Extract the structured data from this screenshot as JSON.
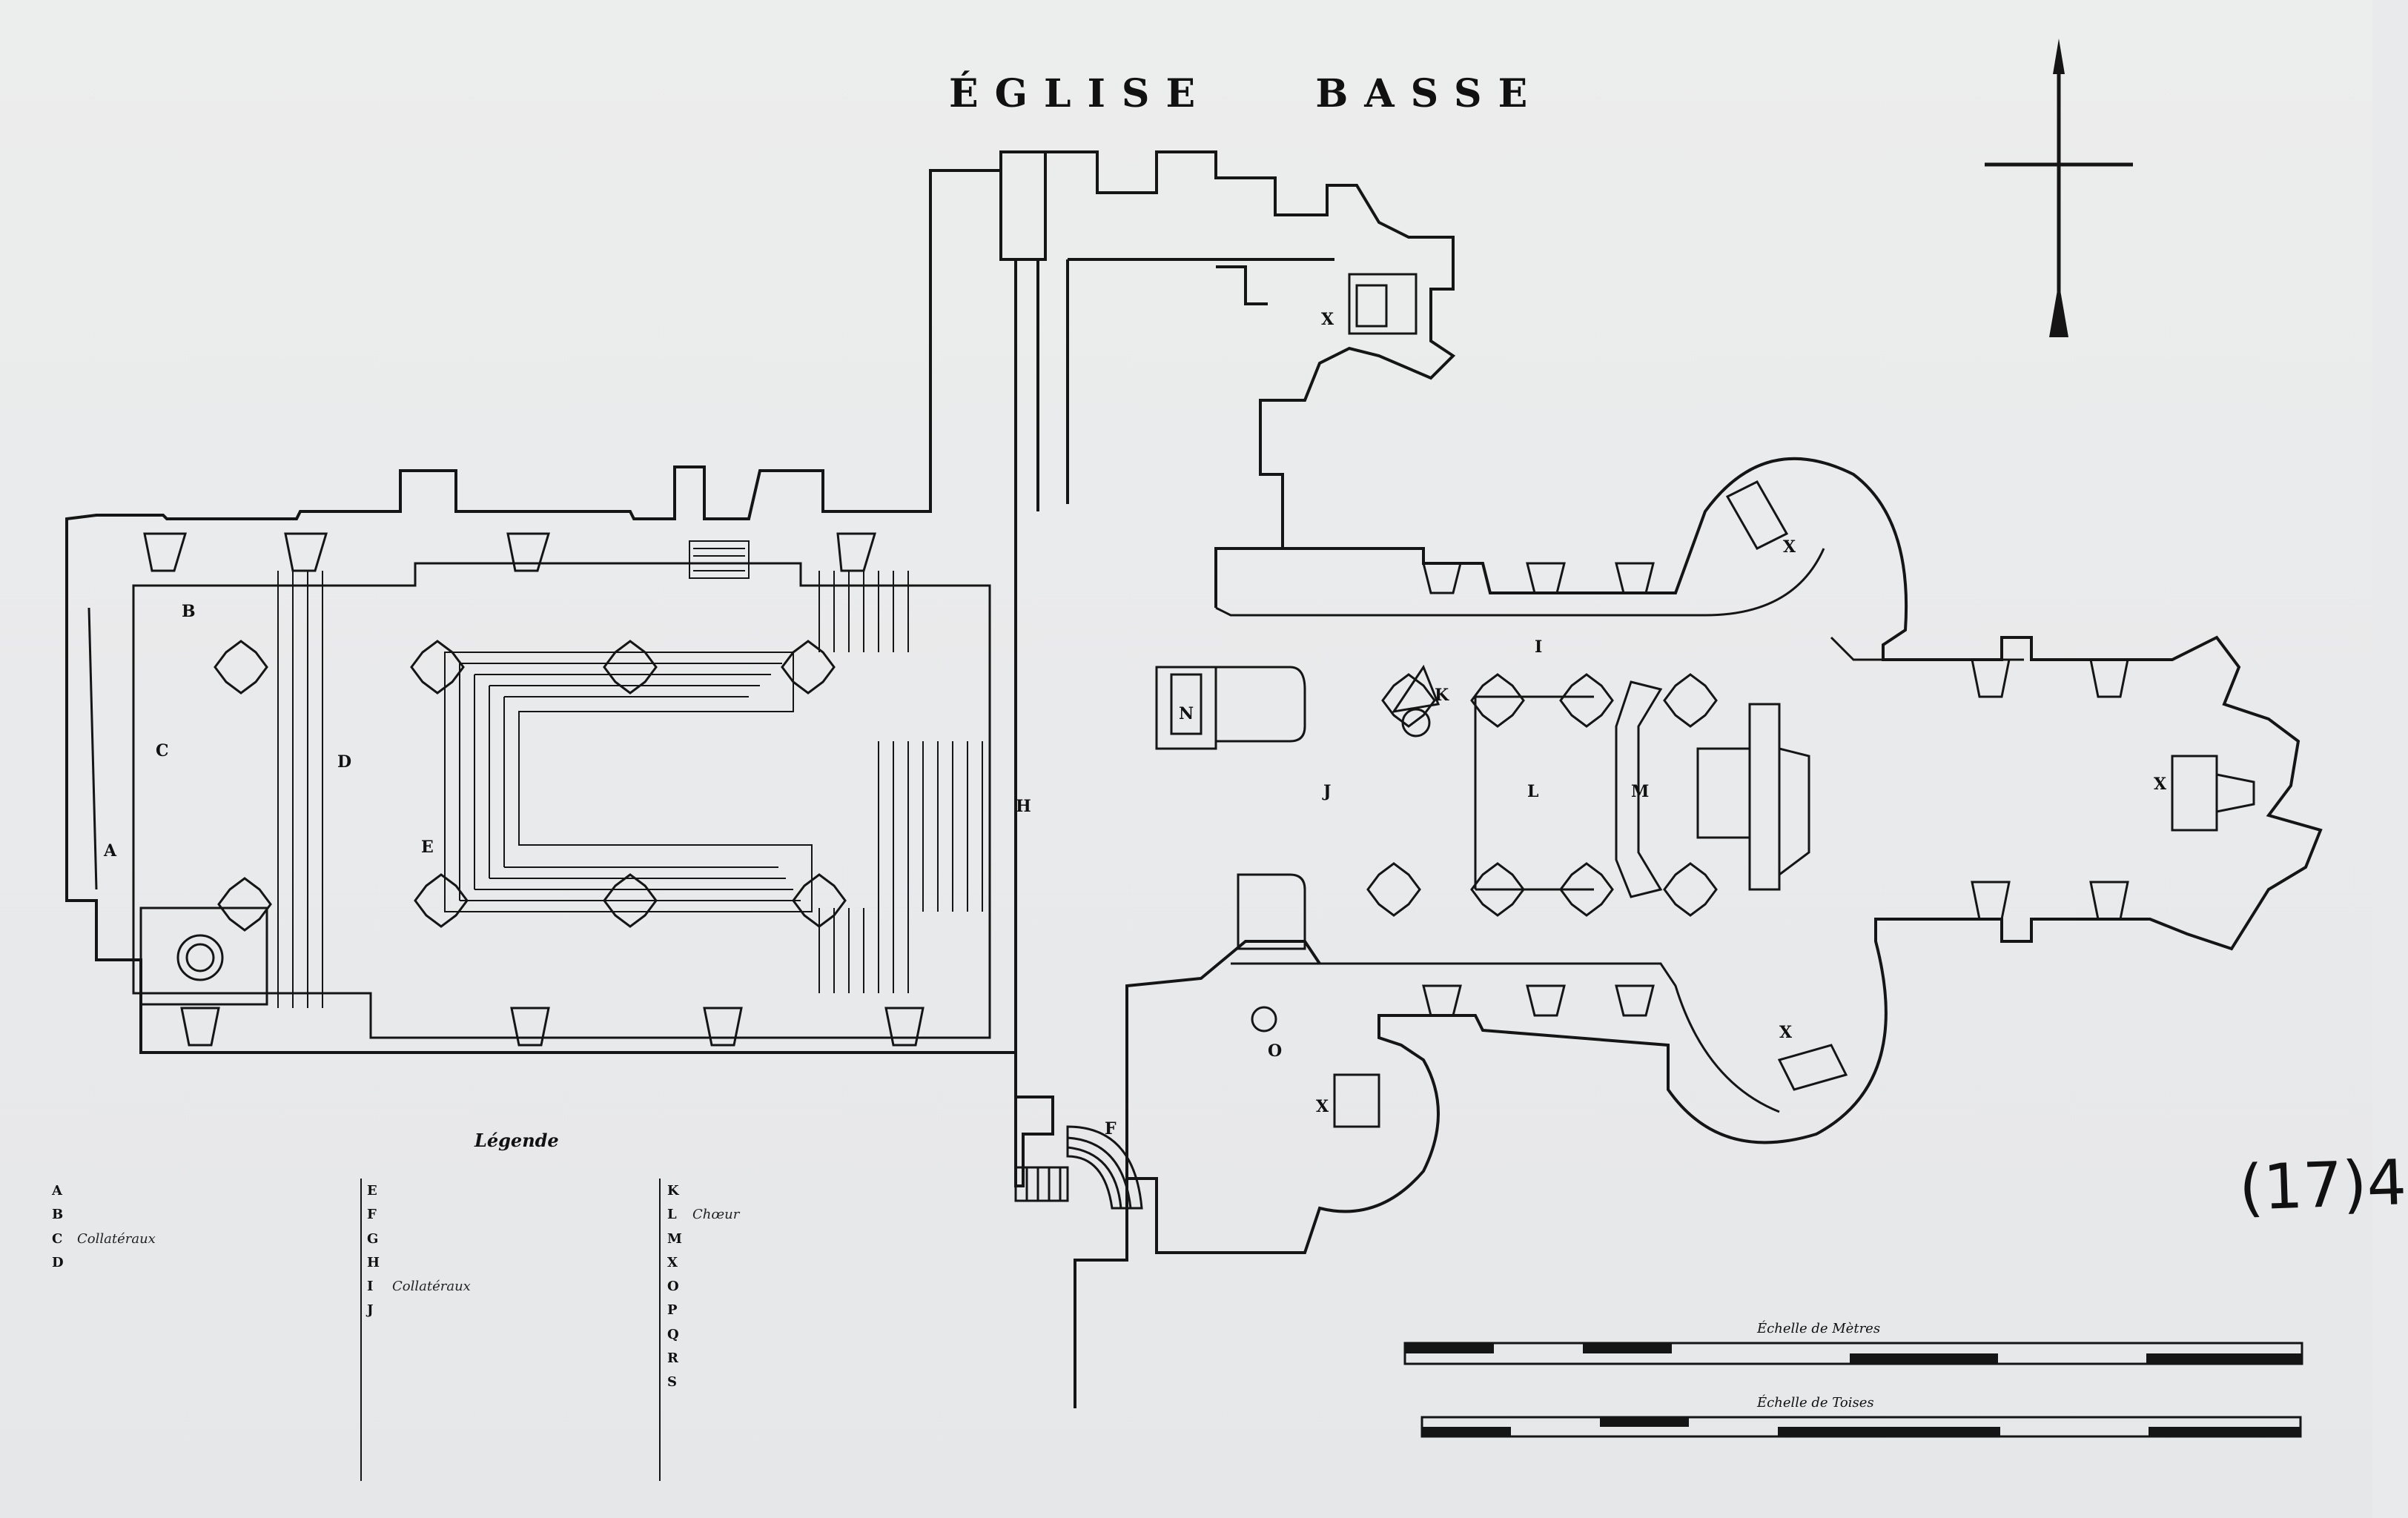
{
  "title": {
    "word1": "ÉGLISE",
    "word2": "BASSE"
  },
  "plan_letters": [
    {
      "id": "A",
      "text": "A"
    },
    {
      "id": "B",
      "text": "B"
    },
    {
      "id": "C",
      "text": "C"
    },
    {
      "id": "D",
      "text": "D"
    },
    {
      "id": "E",
      "text": "E"
    },
    {
      "id": "F",
      "text": "F"
    },
    {
      "id": "H",
      "text": "H"
    },
    {
      "id": "I",
      "text": "I"
    },
    {
      "id": "J",
      "text": "J"
    },
    {
      "id": "K",
      "text": "K"
    },
    {
      "id": "L",
      "text": "L"
    },
    {
      "id": "M",
      "text": "M"
    },
    {
      "id": "N",
      "text": "N"
    },
    {
      "id": "O",
      "text": "O"
    },
    {
      "id": "X",
      "text": "X"
    }
  ],
  "legend": {
    "title": "Légende",
    "col1": [
      {
        "key": "A",
        "text": ""
      },
      {
        "key": "B",
        "text": ""
      },
      {
        "key": "C",
        "text": "Collatéraux"
      },
      {
        "key": "D",
        "text": ""
      }
    ],
    "col2": [
      {
        "key": "E",
        "text": ""
      },
      {
        "key": "F",
        "text": ""
      },
      {
        "key": "G",
        "text": ""
      },
      {
        "key": "H",
        "text": ""
      },
      {
        "key": "I",
        "text": "Collatéraux"
      },
      {
        "key": "J",
        "text": ""
      }
    ],
    "col3": [
      {
        "key": "K",
        "text": ""
      },
      {
        "key": "L",
        "text": "Chœur"
      },
      {
        "key": "M",
        "text": ""
      },
      {
        "key": "X",
        "text": ""
      },
      {
        "key": "O",
        "text": ""
      },
      {
        "key": "P",
        "text": ""
      },
      {
        "key": "Q",
        "text": ""
      },
      {
        "key": "R",
        "text": ""
      },
      {
        "key": "S",
        "text": ""
      }
    ]
  },
  "scales": {
    "metres": "Échelle de Mètres",
    "toises": "Échelle de Toises"
  },
  "stamp": "(17)4",
  "imprint": ""
}
